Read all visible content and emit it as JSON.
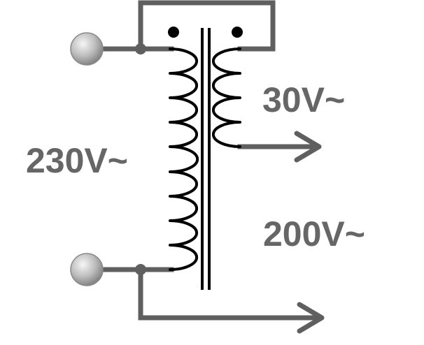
{
  "labels": {
    "primary_voltage": "230V~",
    "secondary_voltage_1": "30V~",
    "secondary_voltage_2": "200V~"
  },
  "colors": {
    "wire": "#5f5f5f",
    "coil": "#000000",
    "text": "#666666",
    "terminal_light": "#f4f4f4",
    "terminal_dark": "#8a8a8a"
  }
}
